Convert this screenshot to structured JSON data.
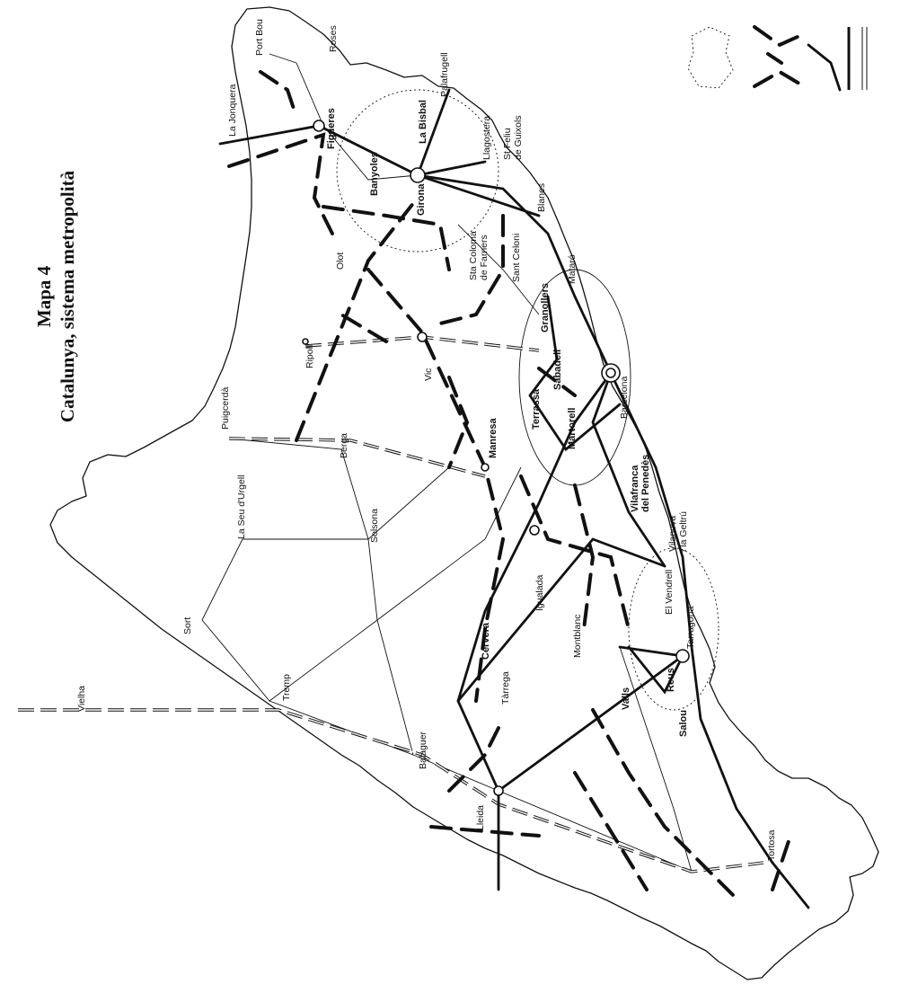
{
  "map": {
    "title": "Mapa 4",
    "subtitle": "Catalunya, sistema metropolità"
  },
  "places": {
    "port_bou": "Port Bou",
    "roses": "Roses",
    "la_jonquera": "La Jonquera",
    "figueres": "Figueres",
    "la_bisbal": "La Bisbal",
    "palafrugell": "Palafrugell",
    "llagostera": "Llagostera",
    "st_feliu": "St Feliu\nde Guixols",
    "banyoles": "Banyoles",
    "girona": "Girona",
    "blanes": "Blanes",
    "olot": "Olot",
    "sta_coloma": "Sta Coloma\nde Farners",
    "sant_celoni": "Sant Celoni",
    "mataro": "Mataró",
    "granollers": "Granollers",
    "ripoll": "Ripoll",
    "puigcerda": "Puigcerdà",
    "vic": "Vic",
    "sabadell": "Sabadell",
    "terrassa": "Terrassa",
    "barcelona": "Barcelona",
    "martorell": "Martorell",
    "berga": "Berga",
    "manresa": "Manresa",
    "la_seu": "La Seu d'Urgell",
    "solsona": "Solsona",
    "vilafranca": "Vilafranca\ndel Penedès",
    "vilanova": "Vilanova\ni la Geltrú",
    "igualada": "Igualada",
    "el_vendrell": "El Vendrell",
    "sort": "Sort",
    "cervera": "Cervera",
    "tarrega": "Tàrrega",
    "montblanc": "Montblanc",
    "tarragona": "Tarragona",
    "tremp": "Tremp",
    "valls": "Valls",
    "reus": "Reus",
    "vielha": "Vielha",
    "salou": "Salou",
    "balaguer": "Balaguer",
    "lleida": "Lleida",
    "tortosa": "Tortosa"
  },
  "legend": {
    "items": [
      "area-symbol",
      "dashed-link-symbol",
      "solid-line-symbol",
      "double-line-symbol"
    ]
  },
  "colors": {
    "ink": "#111111",
    "paper": "#ffffff"
  }
}
